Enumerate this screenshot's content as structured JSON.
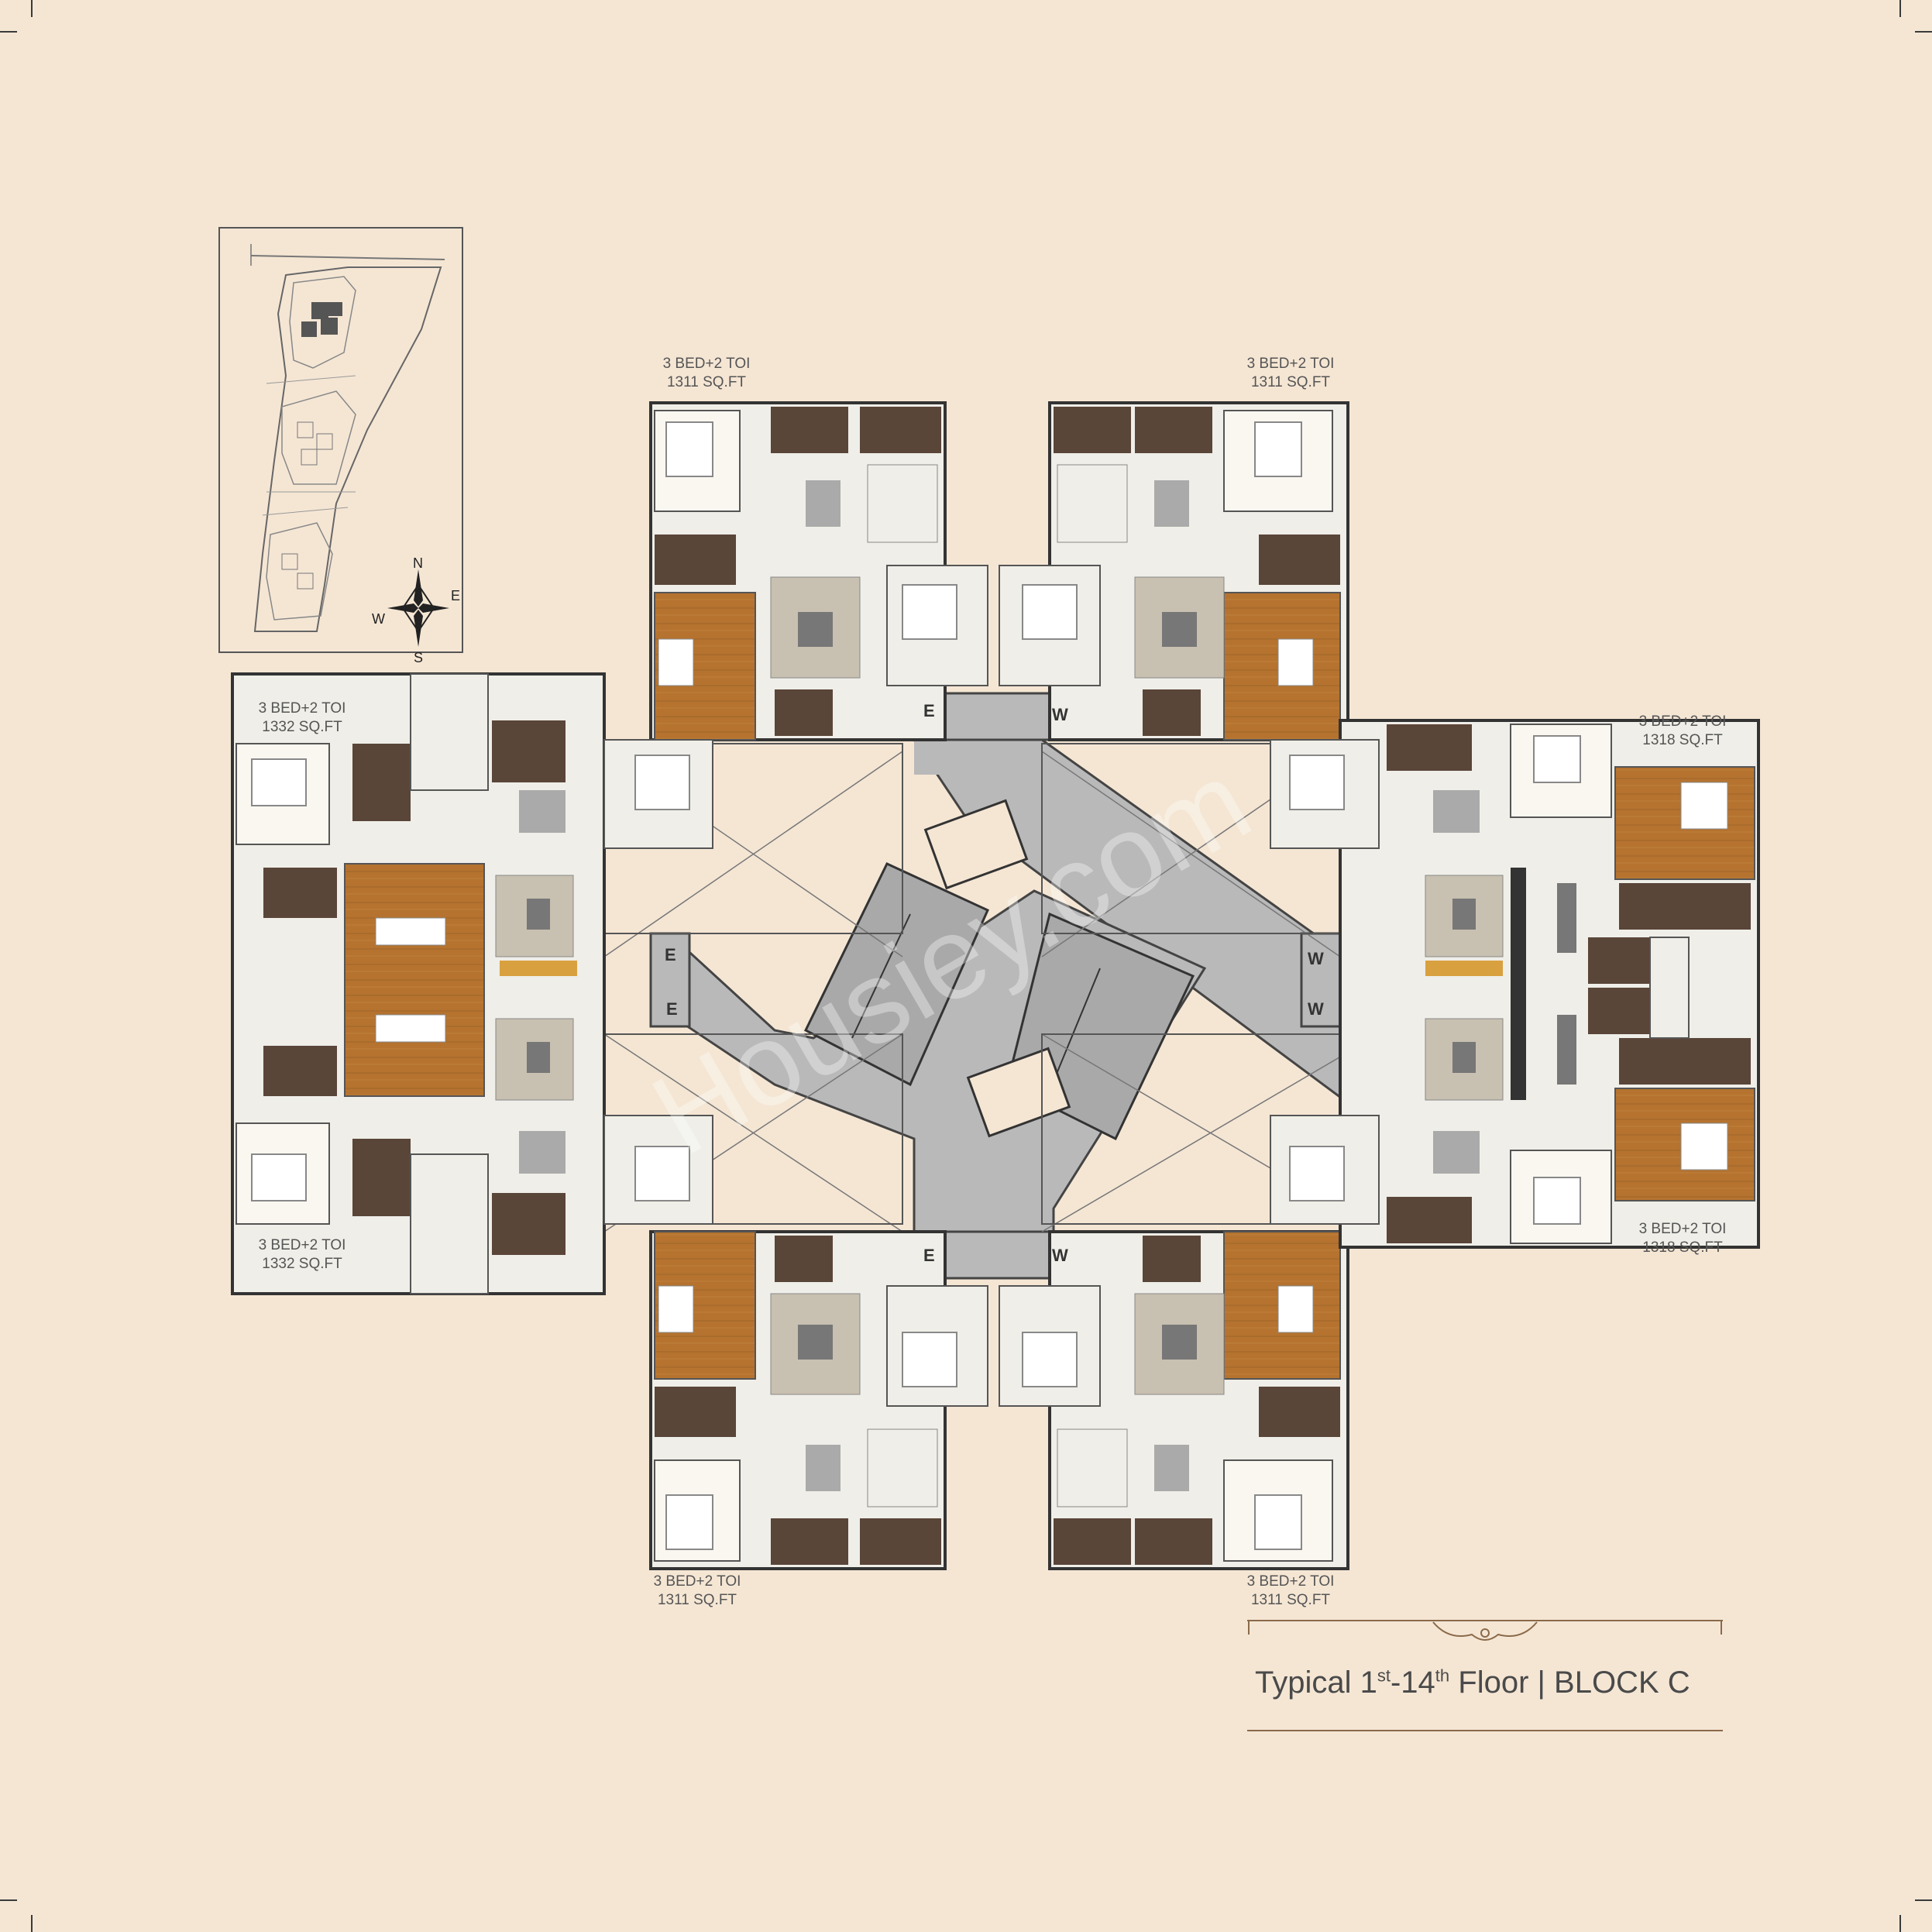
{
  "unit_labels": [
    {
      "id": "top-left",
      "type": "3 BED+2 TOI",
      "area": "1311 SQ.FT"
    },
    {
      "id": "top-right",
      "type": "3 BED+2 TOI",
      "area": "1311 SQ.FT"
    },
    {
      "id": "left-top",
      "type": "3 BED+2 TOI",
      "area": "1332 SQ.FT"
    },
    {
      "id": "left-bottom",
      "type": "3 BED+2 TOI",
      "area": "1332 SQ.FT"
    },
    {
      "id": "right-top",
      "type": "3 BED+2 TOI",
      "area": "1318 SQ.FT"
    },
    {
      "id": "right-bottom",
      "type": "3 BED+2 TOI",
      "area": "1318 SQ.FT"
    },
    {
      "id": "bottom-left",
      "type": "3 BED+2 TOI",
      "area": "1311 SQ.FT"
    },
    {
      "id": "bottom-right",
      "type": "3 BED+2 TOI",
      "area": "1311 SQ.FT"
    }
  ],
  "compass": {
    "n": "N",
    "s": "S",
    "e": "E",
    "w": "W"
  },
  "lift_markers": {
    "e": "E",
    "w": "W"
  },
  "title": {
    "prefix": "Typical 1",
    "sup1": "st",
    "mid": "-14",
    "sup2": "th",
    "suffix": " Floor | BLOCK C"
  },
  "watermark": "Housiey.com",
  "colors": {
    "background": "#f5e6d4",
    "wood": "#b5732f",
    "dark": "#5a4539",
    "grey": "#b9b9b9",
    "room": "#efeee8",
    "wall": "#4a4a4a"
  }
}
